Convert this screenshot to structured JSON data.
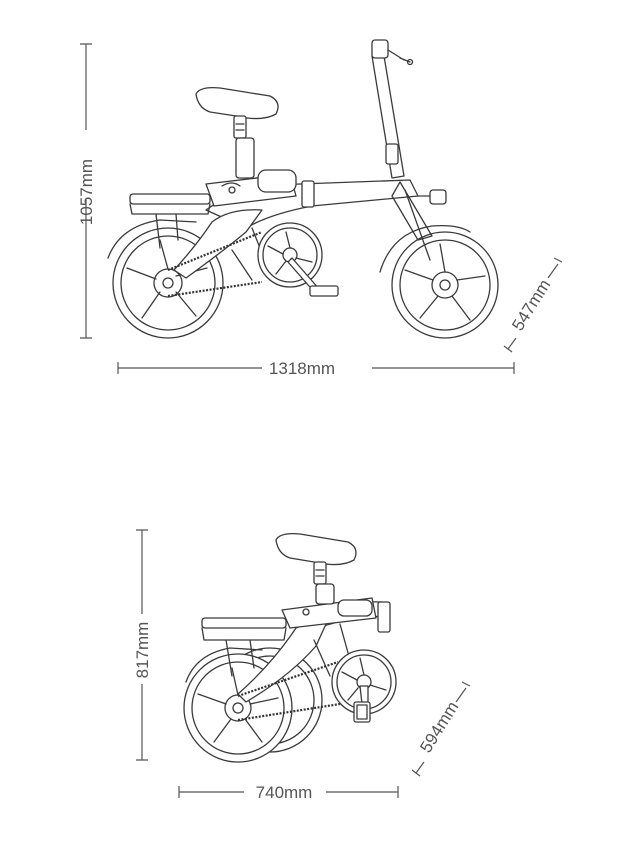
{
  "unfolded": {
    "height_label": "1057mm",
    "length_label": "1318mm",
    "width_label": "547mm"
  },
  "folded": {
    "height_label": "817mm",
    "length_label": "740mm",
    "width_label": "594mm"
  }
}
